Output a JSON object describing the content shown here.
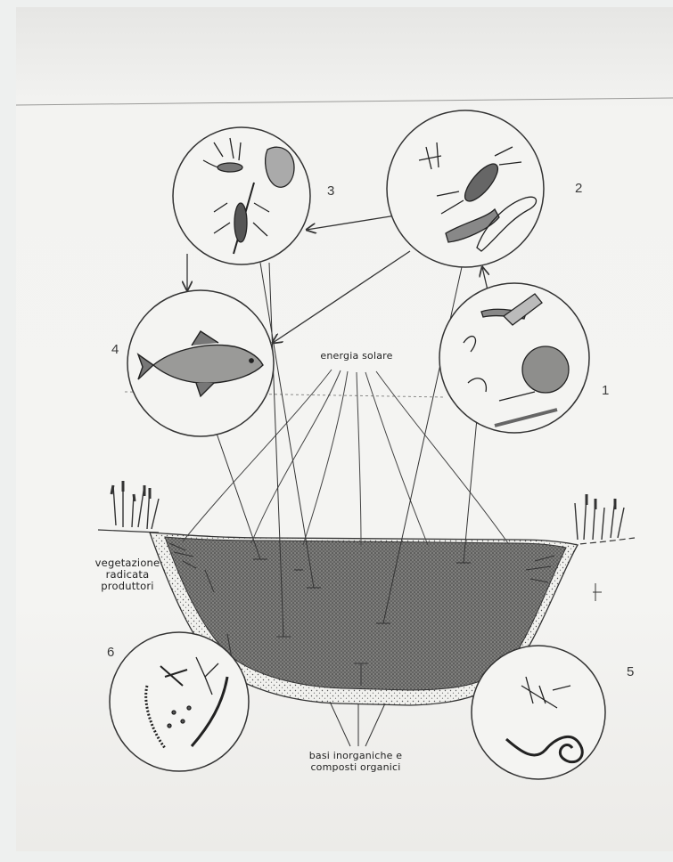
{
  "labels": {
    "energy": "energia solare",
    "vegetation": [
      "vegetazione",
      "radicata",
      "produttori"
    ],
    "sediment": [
      "basi inorganiche e",
      "composti organici"
    ]
  },
  "circle_numbers": [
    "1",
    "2",
    "3",
    "4",
    "5",
    "6"
  ],
  "colors": {
    "paper": "#f3f3f1",
    "ink": "#333333",
    "water": "#6d6d6d"
  },
  "icons": [
    "reed-icon",
    "fish-icon",
    "insect-larva-icon",
    "algae-icon",
    "worm-icon",
    "bacteria-icon"
  ]
}
